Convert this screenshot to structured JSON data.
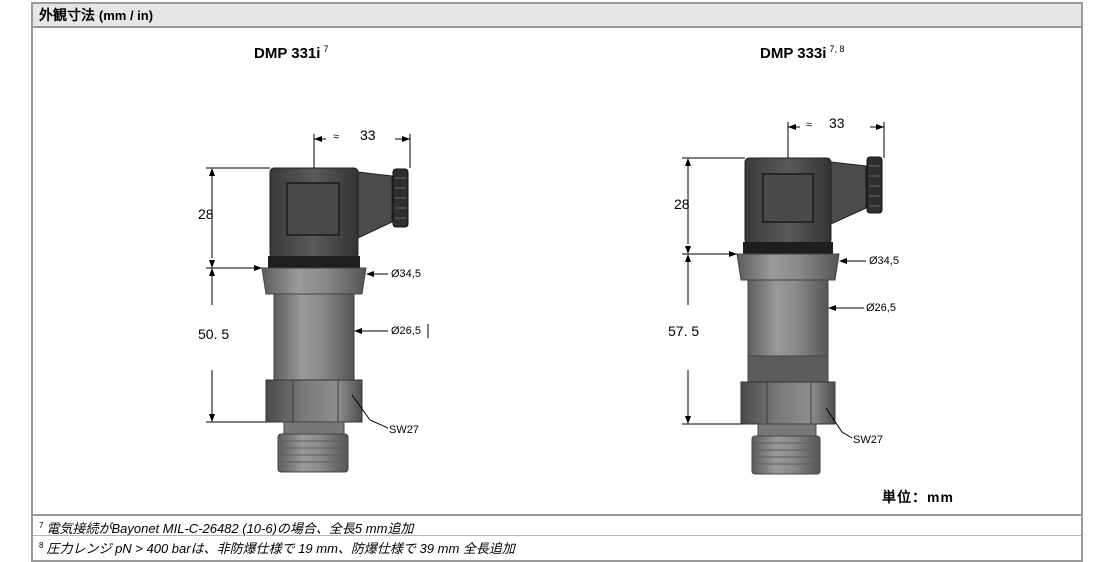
{
  "header": {
    "title": "外観寸法",
    "unit": "(mm / in)"
  },
  "products": [
    {
      "name": "DMP 331i",
      "note_ref": "7",
      "dims": {
        "width_approx": "33",
        "approx_symbol": "≈",
        "connector_height": "28",
        "body_length": "50. 5",
        "dia_top": "Ø34,5",
        "dia_body": "Ø26,5",
        "wrench": "SW27"
      }
    },
    {
      "name": "DMP 333i",
      "note_ref": "7, 8",
      "dims": {
        "width_approx": "33",
        "approx_symbol": "≈",
        "connector_height": "28",
        "body_length": "57. 5",
        "dia_top": "Ø34,5",
        "dia_body": "Ø26,5",
        "wrench": "SW27"
      }
    }
  ],
  "unit_label": "単位：mm",
  "footnotes": [
    {
      "ref": "7",
      "text": "電気接続がBayonet MIL-C-26482 (10-6)の場合、全長5 mm追加"
    },
    {
      "ref": "8",
      "text": "圧力レンジ pN > 400 barは、非防爆仕様で 19 mm、防爆仕様で 39 mm 全長追加"
    }
  ]
}
